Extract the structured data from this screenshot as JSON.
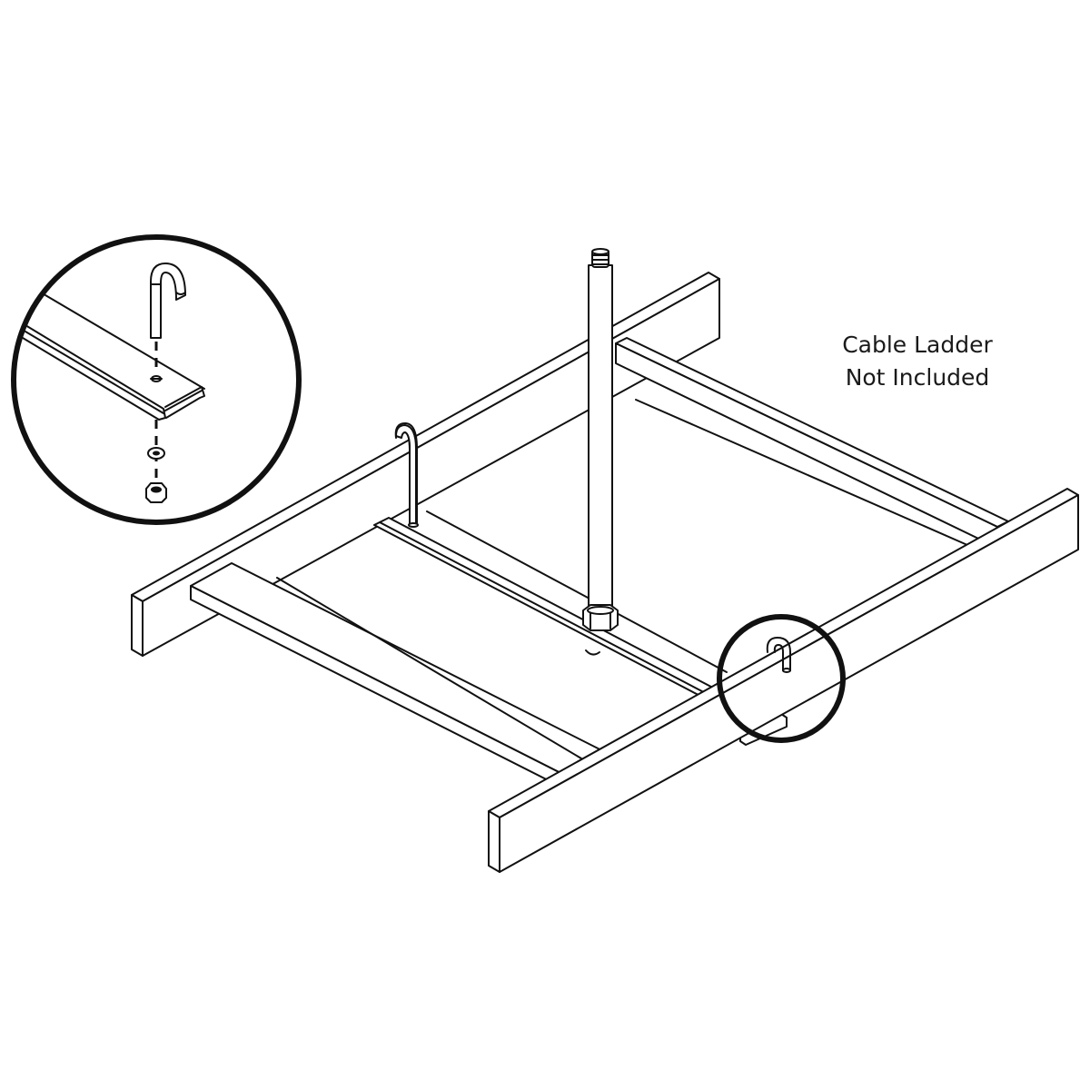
{
  "diagram": {
    "subject": "Cable ladder ceiling support kit with threaded rod, channel strut and J-hooks",
    "annotation": {
      "line1": "Cable Ladder",
      "line2": "Not Included"
    },
    "components": [
      {
        "name": "threaded-rod",
        "label": "Threaded rod"
      },
      {
        "name": "hex-nut",
        "label": "Hex nut"
      },
      {
        "name": "channel-strut",
        "label": "Channel strut"
      },
      {
        "name": "j-hook",
        "label": "J-hook"
      },
      {
        "name": "washer",
        "label": "Washer"
      },
      {
        "name": "cable-ladder",
        "label": "Cable ladder"
      }
    ],
    "detail_inset": {
      "shows": [
        "j-hook",
        "channel-strut",
        "washer",
        "hex-nut"
      ],
      "style": "exploded view with dashed assembly axis"
    },
    "callout": {
      "highlights": "j-hook on ladder rail"
    },
    "colors": {
      "line": "#111111",
      "background": "#ffffff"
    }
  }
}
